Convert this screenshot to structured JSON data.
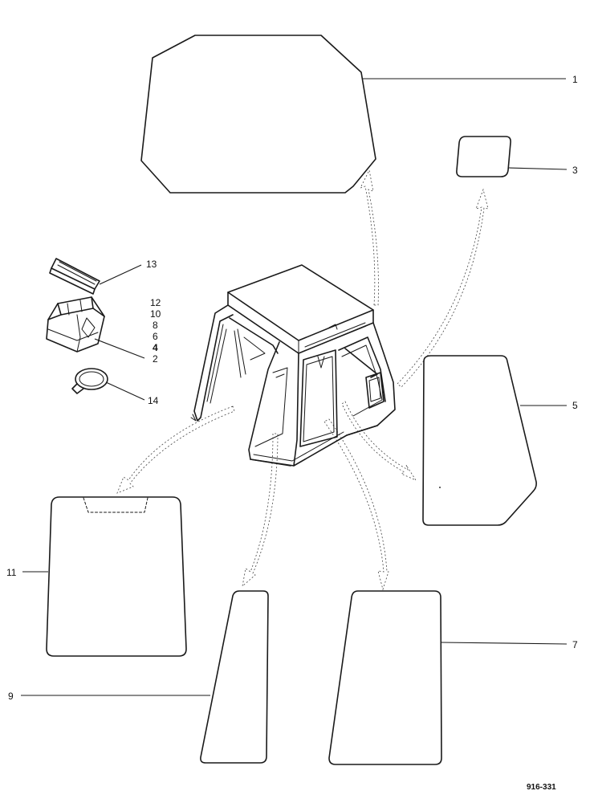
{
  "callouts": {
    "c1": "1",
    "c3": "3",
    "c5": "5",
    "c7": "7",
    "c9": "9",
    "c11": "11",
    "c13": "13",
    "c14": "14",
    "stack": [
      "12",
      "10",
      "8",
      "6",
      "4",
      "2"
    ]
  },
  "drawing_number": "916-331"
}
